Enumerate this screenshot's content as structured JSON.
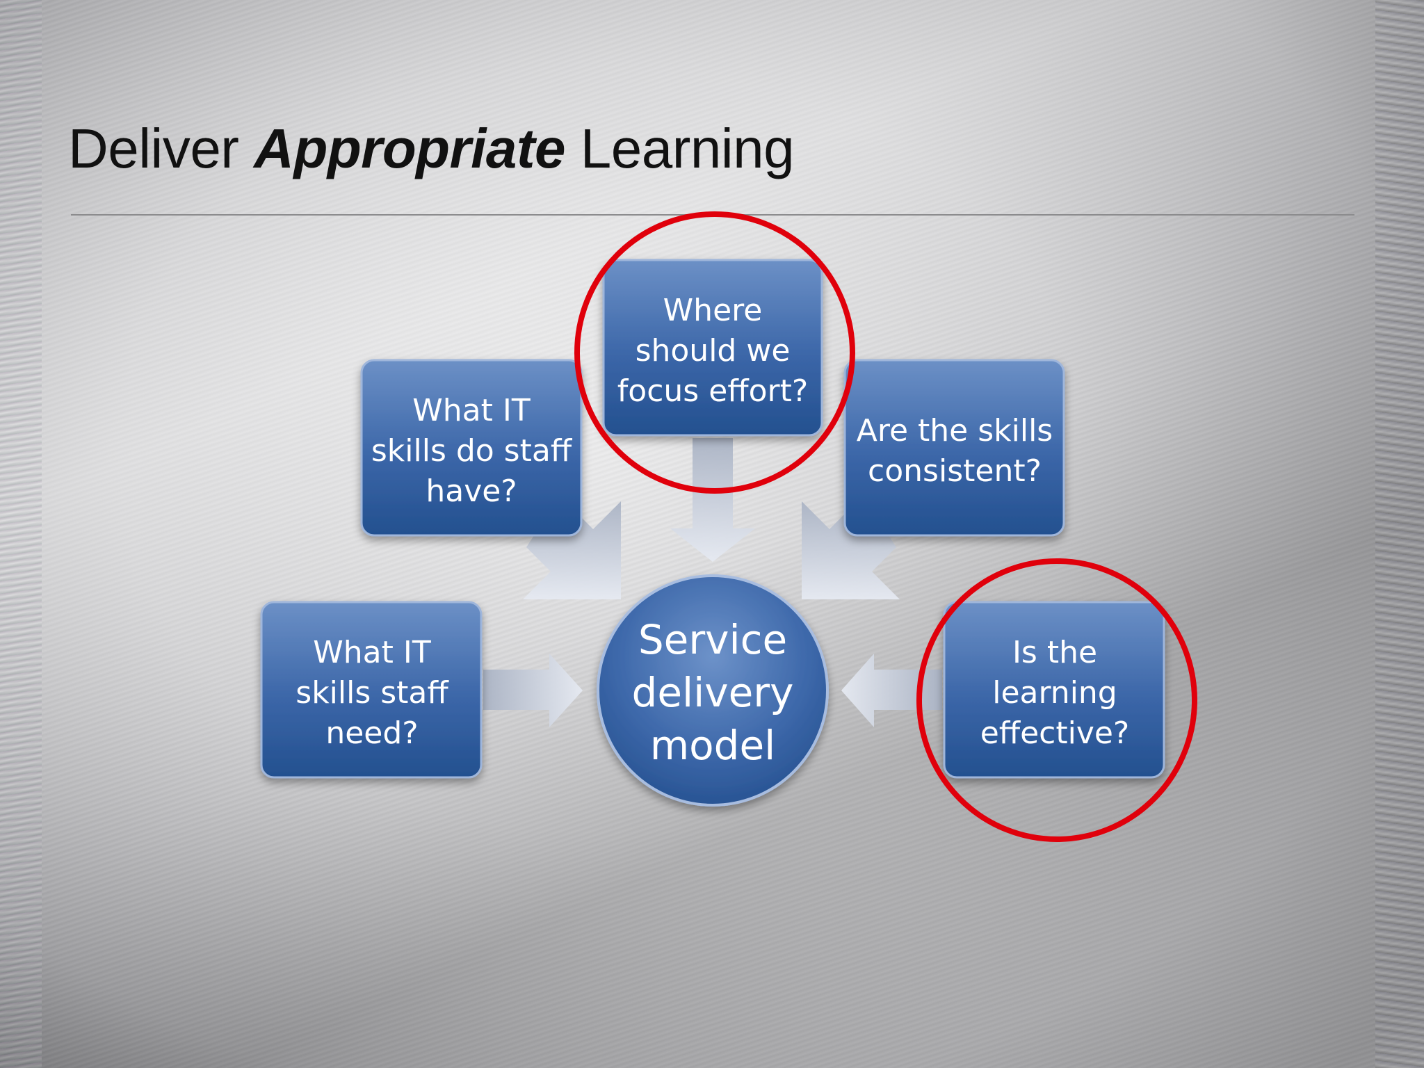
{
  "slide": {
    "title_before": "Deliver ",
    "title_emphasis": "Appropriate",
    "title_after": " Learning"
  },
  "diagram": {
    "center": {
      "lines": [
        "Service",
        "delivery",
        "model"
      ]
    },
    "nodes": {
      "top_left": {
        "lines": [
          "What IT",
          "skills do staff",
          "have?"
        ]
      },
      "top_center": {
        "lines": [
          "Where",
          "should we",
          "focus effort?"
        ]
      },
      "top_right": {
        "lines": [
          "Are the skills",
          "consistent?"
        ]
      },
      "left": {
        "lines": [
          "What IT",
          "skills staff",
          "need?"
        ]
      },
      "right": {
        "lines": [
          "Is the",
          "learning",
          "effective?"
        ]
      }
    },
    "highlighted": [
      "top_center",
      "right"
    ],
    "colors": {
      "box_top": "#6c90c6",
      "box_bottom": "#23508f",
      "arrow": "#cfd6e4",
      "highlight": "#e0000b"
    }
  }
}
